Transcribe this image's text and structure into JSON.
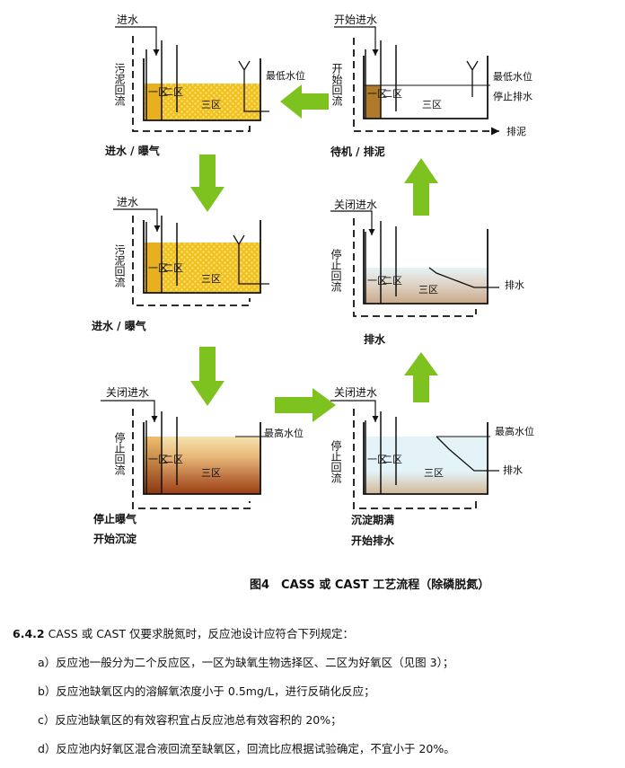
{
  "figure": {
    "caption": "图4　CASS 或 CAST 工艺流程（除磷脱氮）",
    "colors": {
      "arrow": "#7dc21e",
      "yellow": "#f0c020",
      "dots": "#ffe680",
      "brown_top": "#f6e3b0",
      "brown_bottom": "#9a3c14",
      "clear_water": "#e1f1f6",
      "sludge": "#d9c2a6",
      "dark_sludge": "#b07a2a"
    },
    "panels": [
      {
        "id": "p1",
        "inlet": "进水",
        "side": "污泥回流",
        "level": "最低水位",
        "zone1": "一区",
        "zone2": "二区",
        "zone3": "三区",
        "caption": "进水 / 曝气"
      },
      {
        "id": "p2",
        "inlet": "进水",
        "side": "污泥回流",
        "zone1": "一区",
        "zone2": "二区",
        "zone3": "三区",
        "caption": "进水 / 曝气"
      },
      {
        "id": "p3",
        "inlet": "关闭进水",
        "side": "停止回流",
        "level": "最高水位",
        "zone1": "一区",
        "zone2": "二区",
        "zone3": "三区",
        "caption_line1": "停止曝气",
        "caption_line2": "开始沉淀"
      },
      {
        "id": "p4",
        "inlet": "关闭进水",
        "side": "停止回流",
        "level": "最高水位",
        "outlet": "排水",
        "zone1": "一区",
        "zone2": "二区",
        "zone3": "三区",
        "caption_line1": "沉淀期满",
        "caption_line2": "开始排水"
      },
      {
        "id": "p5",
        "inlet": "关闭进水",
        "side": "停止回流",
        "outlet": "排水",
        "zone1": "一区",
        "zone2": "二区",
        "zone3": "三区",
        "caption": "排水"
      },
      {
        "id": "p6",
        "inlet": "开始进水",
        "side": "开始回流",
        "level": "最低水位",
        "stop": "停止排水",
        "sludge": "排泥",
        "zone1": "一区",
        "zone2": "二区",
        "zone3": "三区",
        "caption": "待机 / 排泥"
      }
    ]
  },
  "text": {
    "section_number": "6.4.2",
    "section_text": "CASS 或 CAST 仅要求脱氮时，反应池设计应符合下列规定：",
    "items": [
      "a）反应池一般分为二个反应区，一区为缺氧生物选择区、二区为好氧区（见图 3）；",
      "b）反应池缺氧区内的溶解氧浓度小于 0.5mg/L，进行反硝化反应；",
      "c）反应池缺氧区的有效容积宜占反应池总有效容积的 20%；",
      "d）反应池内好氧区混合液回流至缺氧区，回流比应根据试验确定，不宜小于 20%。"
    ]
  }
}
